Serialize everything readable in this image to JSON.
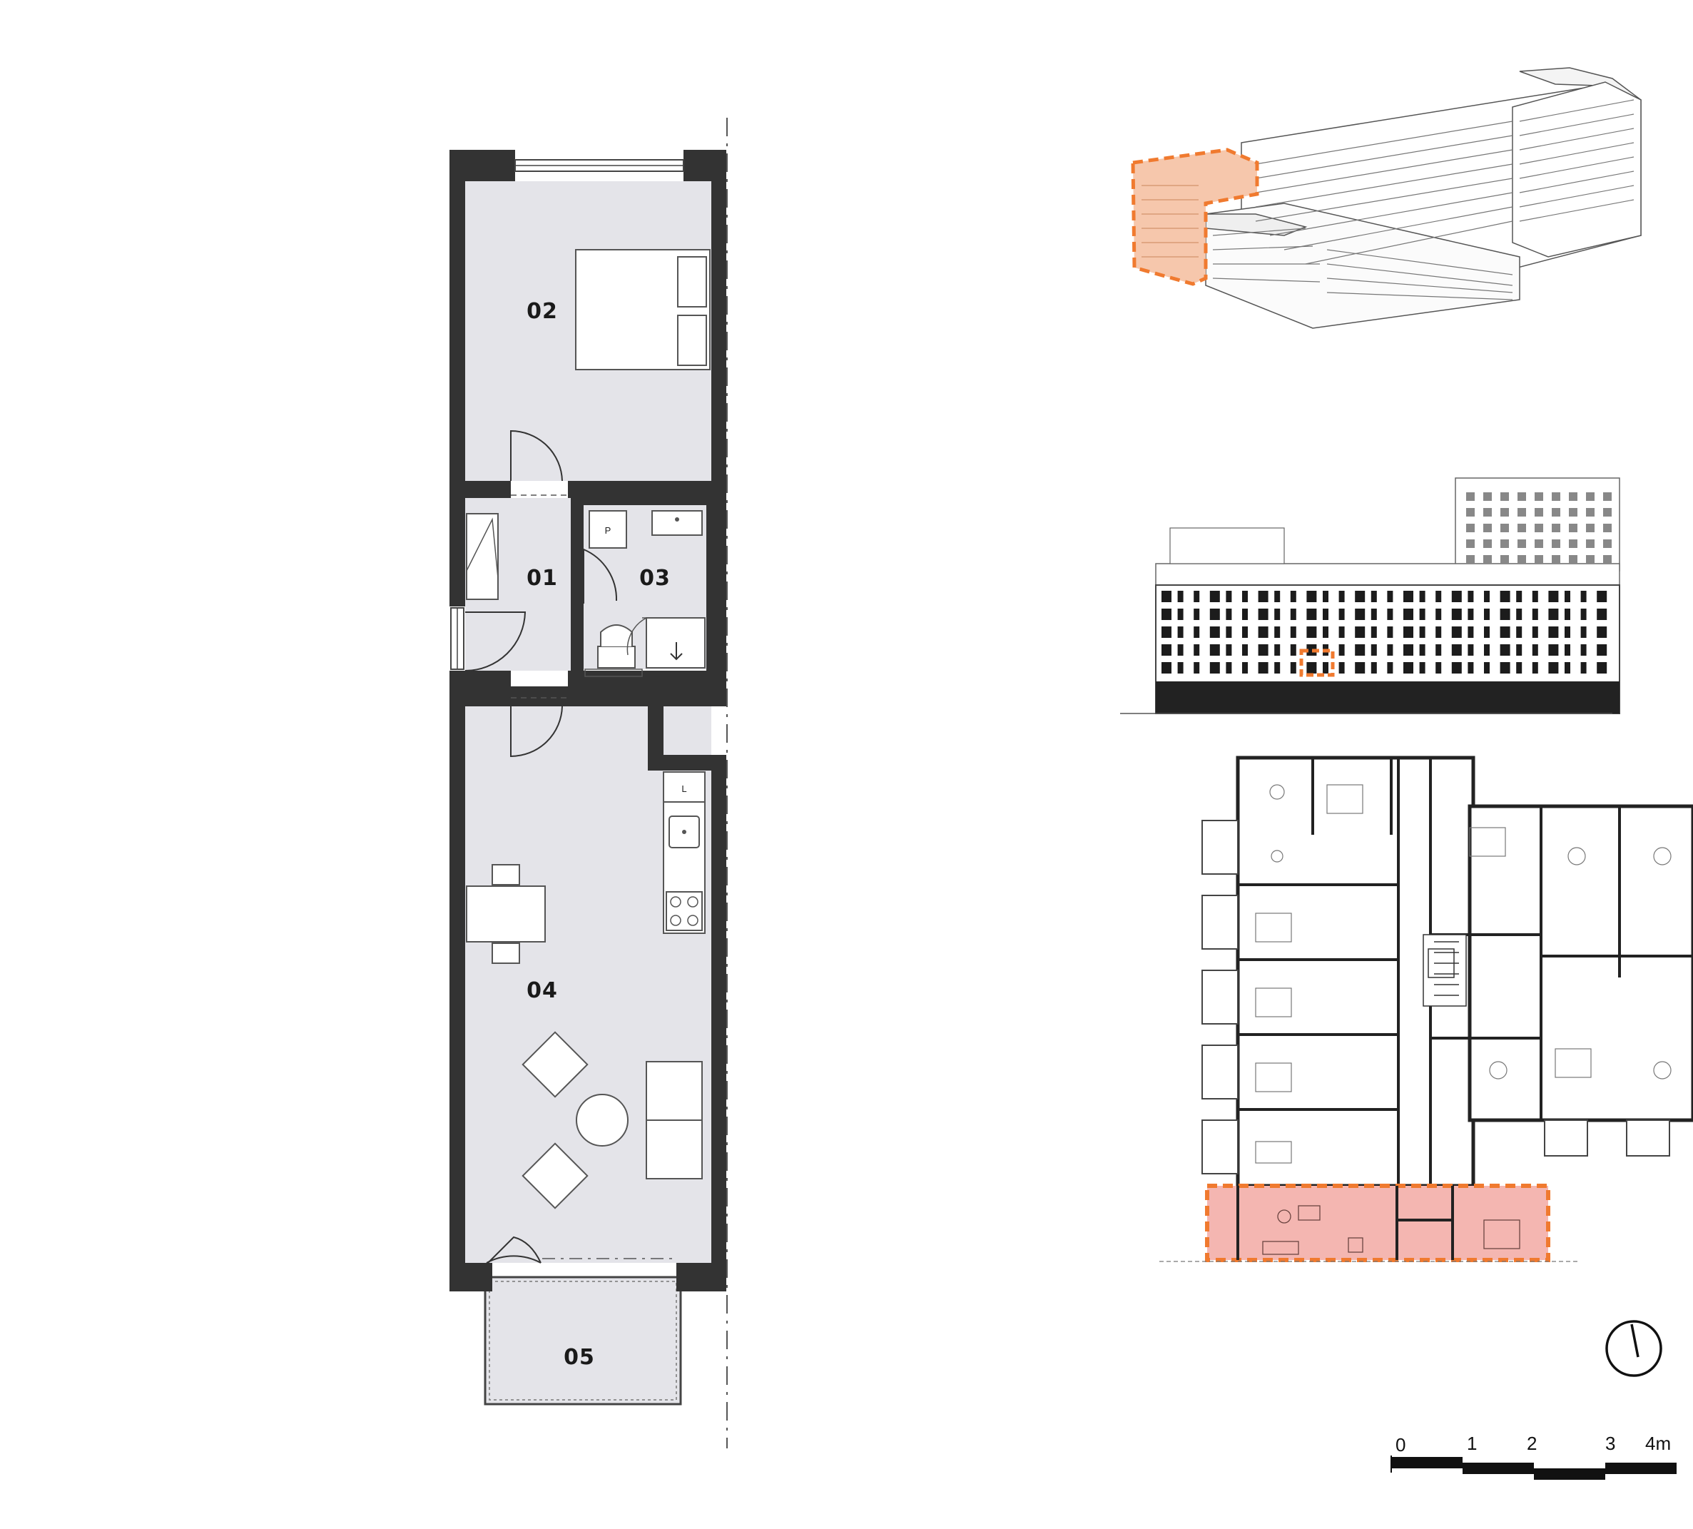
{
  "plan": {
    "rooms": [
      {
        "id": "r01",
        "label": "01"
      },
      {
        "id": "r02",
        "label": "02"
      },
      {
        "id": "r03",
        "label": "03"
      },
      {
        "id": "r04",
        "label": "04"
      },
      {
        "id": "r05",
        "label": "05"
      }
    ],
    "fixtures": {
      "boiler_label": "P",
      "fridge_label": "L"
    }
  },
  "scale_bar": {
    "ticks": [
      "0",
      "1",
      "2",
      "3",
      "4m"
    ]
  },
  "colors": {
    "wall": "#333333",
    "floor": "#e4e4e9",
    "highlight": "#f07a2f",
    "highlight_fill": "#f6c7ac",
    "plan_highlight_fill": "#f4b6b1"
  },
  "icons": {
    "north": "north-arrow-icon"
  }
}
